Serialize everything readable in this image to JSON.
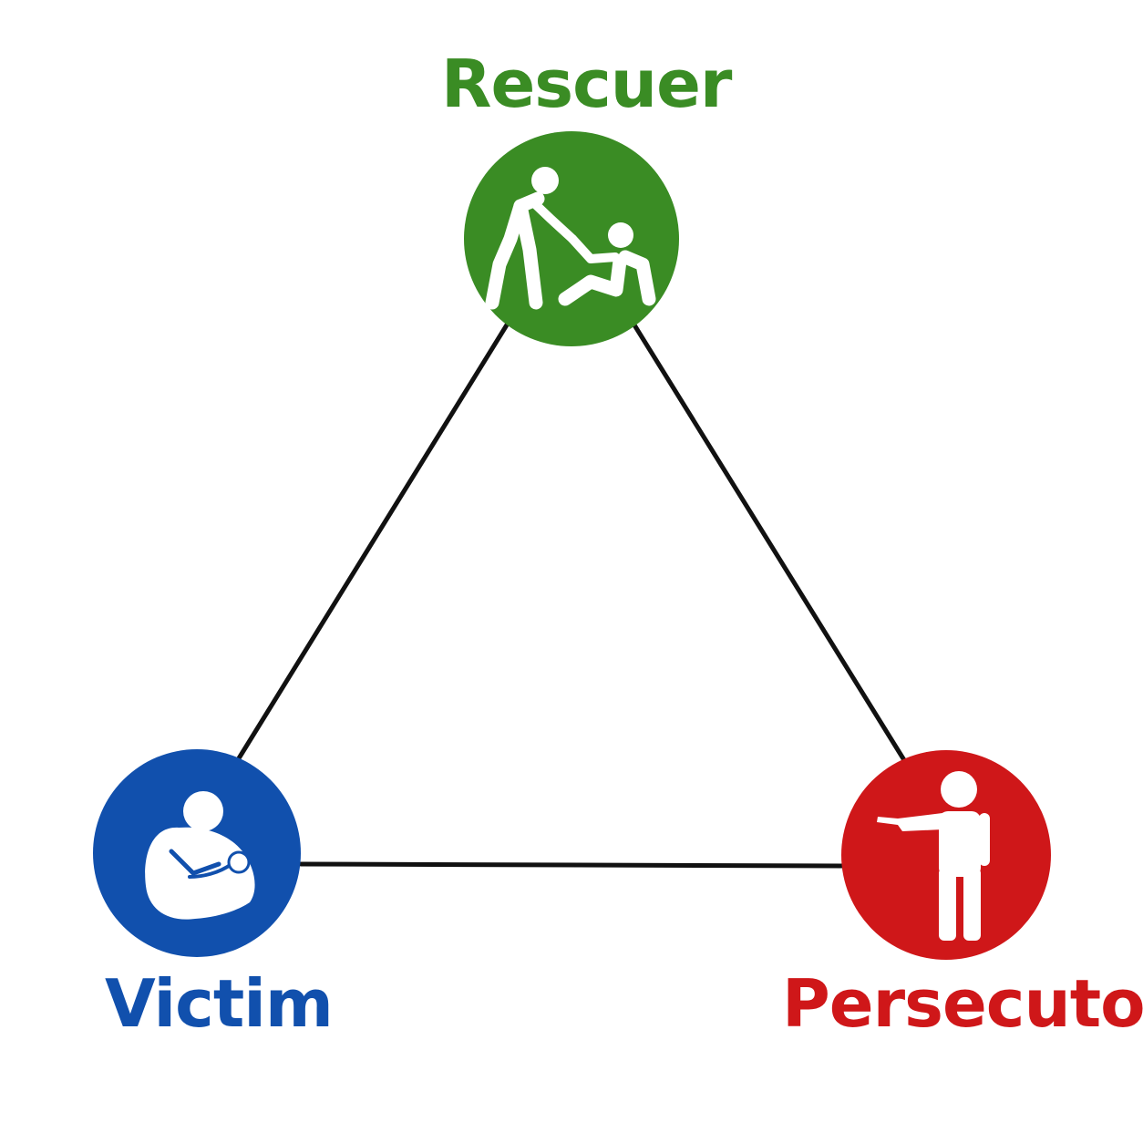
{
  "roles": {
    "rescuer": {
      "label": "Rescuer",
      "color": "#3a8c24",
      "icon": "helping-person-up-icon"
    },
    "victim": {
      "label": "Victim",
      "color": "#1150ad",
      "icon": "curled-up-person-icon"
    },
    "persecutor": {
      "label": "Persecutor",
      "color": "#cf1719",
      "icon": "pointing-person-icon"
    }
  },
  "connector_color": "#111111",
  "background": "#ffffff"
}
